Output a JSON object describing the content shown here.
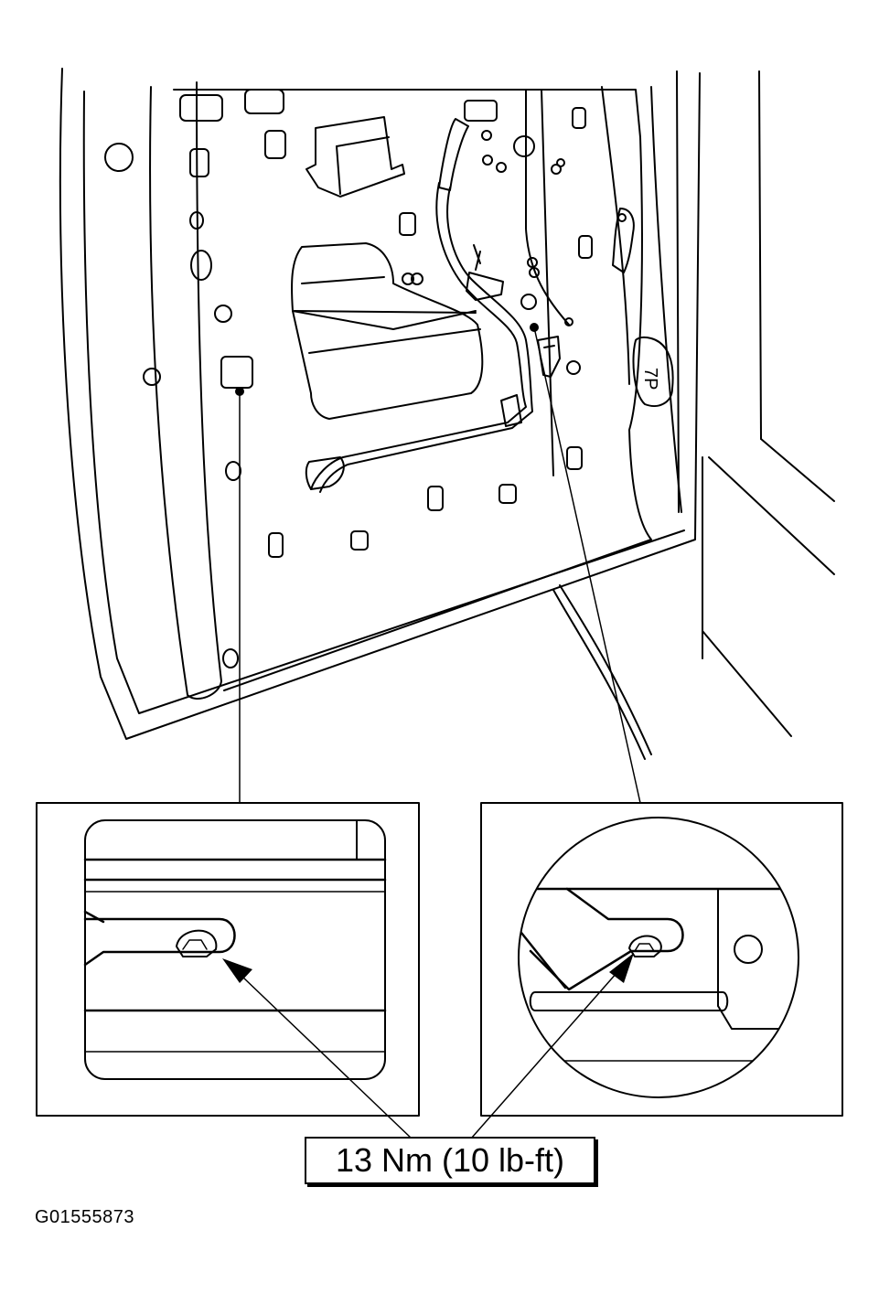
{
  "callouts": {
    "torque_spec": "13 Nm (10 lb-ft)"
  },
  "figure": {
    "id": "G01555873",
    "door_marking": "7P"
  },
  "icons": {
    "pointer": "arrow-icon",
    "fastener": "bolt-icon"
  }
}
